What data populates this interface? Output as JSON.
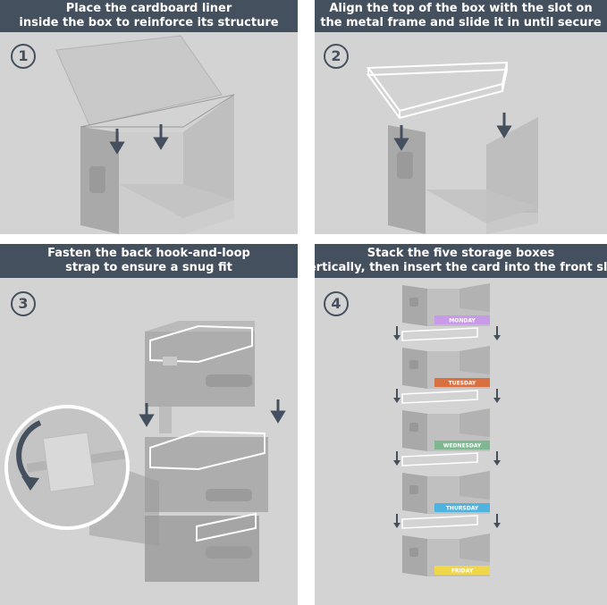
{
  "panels": [
    {
      "step": "1",
      "lines": [
        "Place the cardboard liner",
        "inside the box to reinforce its structure"
      ]
    },
    {
      "step": "2",
      "lines": [
        "Align the top of the box with the slot on",
        "the metal frame and slide it in until secure"
      ]
    },
    {
      "step": "3",
      "lines": [
        "Fasten the back hook-and-loop",
        "strap to ensure a snug fit"
      ]
    },
    {
      "step": "4",
      "lines": [
        "Stack the five storage boxes",
        "vertically, then insert the card into the front slot"
      ]
    }
  ],
  "days": [
    {
      "label": "MONDAY",
      "color": "#c79be8"
    },
    {
      "label": "TUESDAY",
      "color": "#d9703f"
    },
    {
      "label": "WEDNESDAY",
      "color": "#7fb890"
    },
    {
      "label": "THURSDAY",
      "color": "#4fb3e0"
    },
    {
      "label": "FRIDAY",
      "color": "#f0d64a"
    }
  ],
  "colors": {
    "header": "#45505f",
    "panel": "#d3d3d3",
    "box": "#aeaeae",
    "box_light": "#c7c7c7",
    "arrow": "#45505f"
  }
}
